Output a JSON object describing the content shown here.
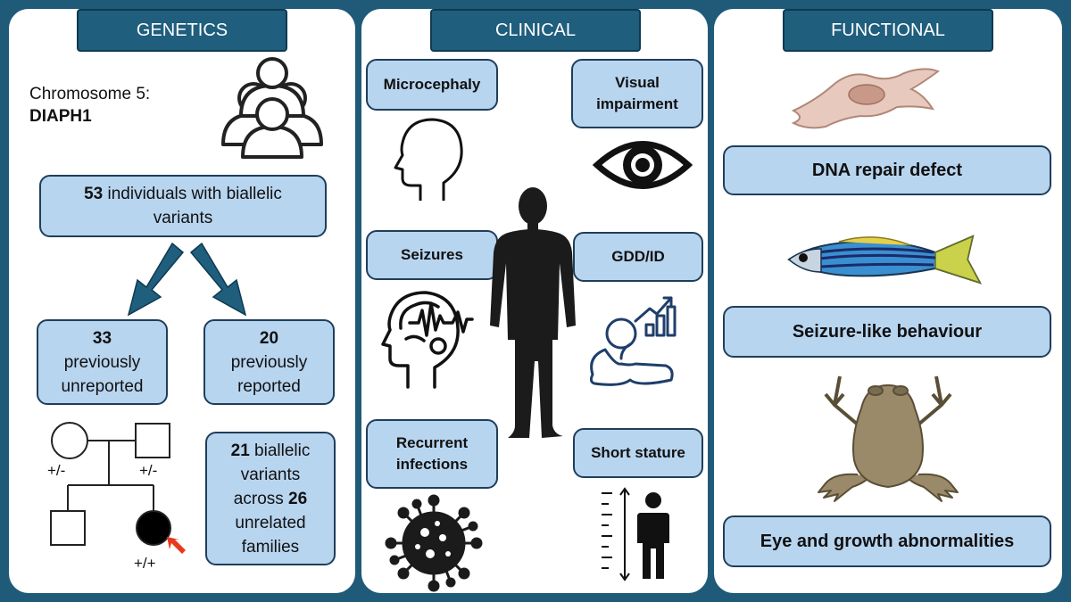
{
  "genetics": {
    "header": "GENETICS",
    "chromosome_label": "Chromosome 5:",
    "gene": "DIAPH1",
    "total": {
      "count": "53",
      "text": " individuals with biallelic variants"
    },
    "unreported": {
      "count": "33",
      "line1": "previously",
      "line2": "unreported"
    },
    "reported": {
      "count": "20",
      "line1": "previously",
      "line2": "reported"
    },
    "pedigree": {
      "parent1_genotype": "+/-",
      "parent2_genotype": "+/-",
      "proband_genotype": "+/+"
    },
    "variants": {
      "count": "21",
      "text1": " biallelic",
      "line2": "variants",
      "line3_pre": "across ",
      "families": "26",
      "line4": "unrelated",
      "line5": "families"
    }
  },
  "clinical": {
    "header": "CLINICAL",
    "features": {
      "microcephaly": "Microcephaly",
      "visual_line1": "Visual",
      "visual_line2": "impairment",
      "seizures": "Seizures",
      "gdd_id": "GDD/ID",
      "recurrent_line1": "Recurrent",
      "recurrent_line2": "infections",
      "short_stature": "Short stature"
    }
  },
  "functional": {
    "header": "FUNCTIONAL",
    "dna_repair": "DNA repair defect",
    "seizure_like": "Seizure-like behaviour",
    "eye_growth": "Eye and growth abnormalities"
  },
  "colors": {
    "background": "#1f5a78",
    "header_fill": "#1f5e7d",
    "box_fill": "#b8d5f0",
    "box_border": "#1f3e5a",
    "proband_arrow": "#e8391f"
  }
}
